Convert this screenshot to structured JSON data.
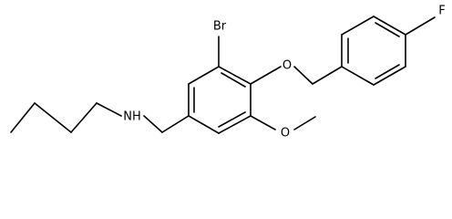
{
  "molecule": {
    "atoms": {
      "br": "Br",
      "o_ether": "O",
      "o_methoxy": "O",
      "f": "F",
      "nh": "NH"
    }
  },
  "colors": {
    "bond": "#000000",
    "label": "#000000",
    "background": "#ffffff"
  }
}
